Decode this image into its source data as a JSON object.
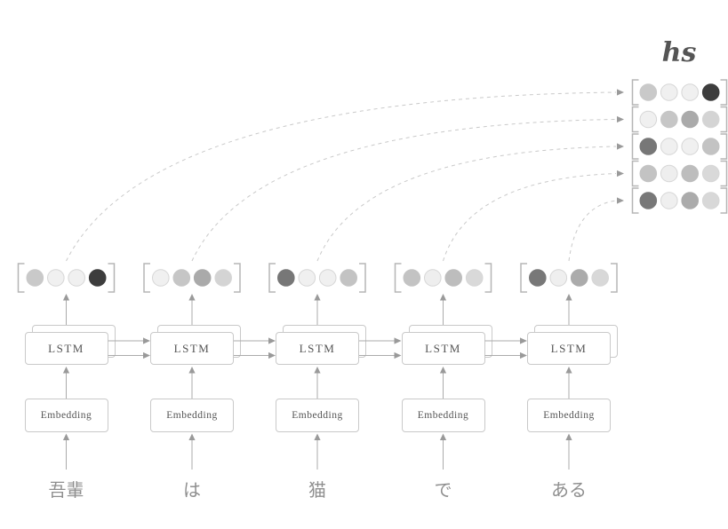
{
  "figure": {
    "hs_matrix": {
      "label": "hs",
      "rows": [
        [
          "#c9c9c9",
          "#f0f0f0",
          "#f0f0f0",
          "#3d3d3d"
        ],
        [
          "#f0f0f0",
          "#c6c6c6",
          "#aaaaaa",
          "#d4d4d4"
        ],
        [
          "#777777",
          "#f0f0f0",
          "#f0f0f0",
          "#c3c3c3"
        ],
        [
          "#c3c3c3",
          "#eeeeee",
          "#bdbdbd",
          "#d9d9d9"
        ],
        [
          "#787878",
          "#efefef",
          "#ababab",
          "#d8d8d8"
        ]
      ]
    },
    "labels": {
      "lstm": "LSTM",
      "embedding": "Embedding"
    },
    "tokens": [
      {
        "word": "吾輩",
        "hidden_vector": [
          "#c9c9c9",
          "#f0f0f0",
          "#f0f0f0",
          "#3d3d3d"
        ]
      },
      {
        "word": "は",
        "hidden_vector": [
          "#f0f0f0",
          "#c6c6c6",
          "#aaaaaa",
          "#d4d4d4"
        ]
      },
      {
        "word": "猫",
        "hidden_vector": [
          "#777777",
          "#f0f0f0",
          "#f0f0f0",
          "#c3c3c3"
        ]
      },
      {
        "word": "で",
        "hidden_vector": [
          "#c3c3c3",
          "#eeeeee",
          "#bdbdbd",
          "#d9d9d9"
        ]
      },
      {
        "word": "ある",
        "hidden_vector": [
          "#787878",
          "#efefef",
          "#ababab",
          "#d8d8d8"
        ]
      }
    ],
    "colors": {
      "box_border": "#c9c9c9",
      "box_fill": "#ffffff",
      "box_text": "#555555",
      "arrow": "#ababab",
      "arrowhead": "#9a9a9a",
      "bracket": "#b5b5b5",
      "dashed": "#c9c9c9",
      "light_cell_stroke": "#d6d6d6",
      "word_text": "#8f8f8f",
      "title_text": "#555555"
    }
  }
}
